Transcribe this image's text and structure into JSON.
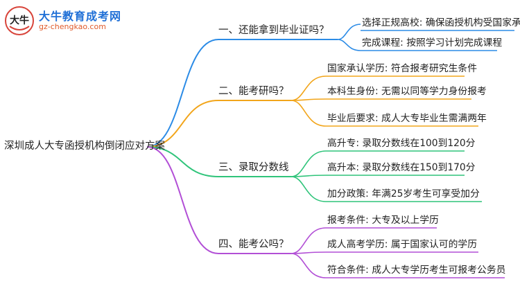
{
  "brand": {
    "name": "大牛教育成考网",
    "url": "gz-chengkao.com",
    "badge_text": "大牛"
  },
  "root": "深圳成人大专函授机构倒闭应对方案",
  "branches": [
    {
      "label": "一、还能拿到毕业证吗？",
      "color": "#2b8be6",
      "leaves": [
        "选择正规高校: 确保函授机构受国家承认",
        "完成课程: 按照学习计划完成课程"
      ]
    },
    {
      "label": "二、能考研吗？",
      "color": "#f2a51a",
      "leaves": [
        "国家承认学历: 符合报考研究生条件",
        "本科生身份: 无需以同等学力身份报考",
        "毕业后要求: 成人大专毕业生需满两年"
      ]
    },
    {
      "label": "三、录取分数线",
      "color": "#2fc47a",
      "leaves": [
        "高升专: 录取分数线在100到120分",
        "高升本: 录取分数线在150到170分",
        "加分政策: 年满25岁考生可享受加分"
      ]
    },
    {
      "label": "四、能考公吗？",
      "color": "#b24fd6",
      "leaves": [
        "报考条件: 大专及以上学历",
        "成人高考学历: 属于国家认可的学历",
        "符合条件: 成人大专学历考生可报考公务员"
      ]
    }
  ]
}
